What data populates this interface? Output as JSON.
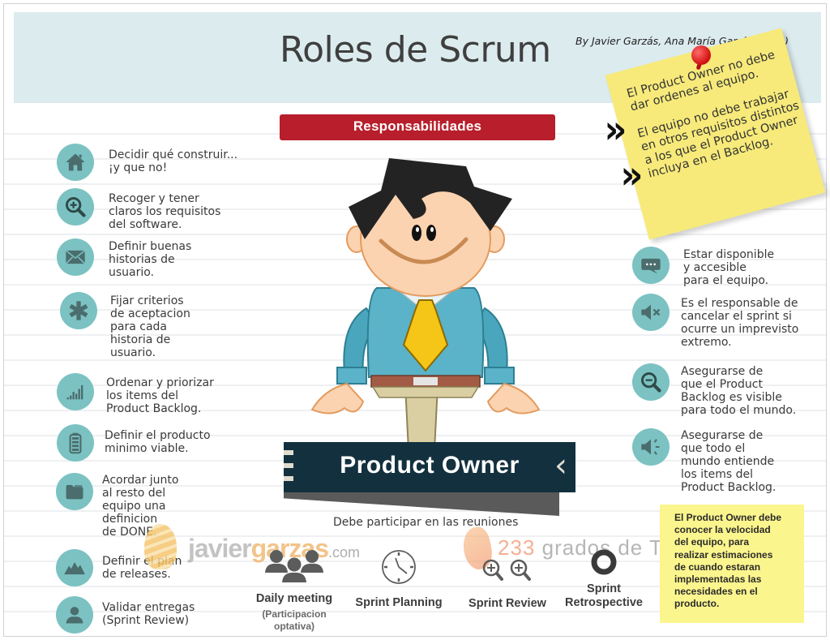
{
  "header": {
    "title": "Roles de Scrum",
    "byline": "By Javier Garzás, Ana María García (2014)"
  },
  "sticky_note": {
    "paragraphs": [
      "El Product Owner no debe dar ordenes al equipo.",
      "El equipo no debe trabajar en otros requisitos distintos a los que el Product Owner incluya en el Backlog."
    ]
  },
  "banner": {
    "label": "Responsabilidades"
  },
  "left_items": [
    {
      "icon": "home-icon",
      "text": "Decidir qué construir...\n¡y que no!"
    },
    {
      "icon": "zoom-in-icon",
      "text": "Recoger y tener\nclaros los requisitos\ndel software."
    },
    {
      "icon": "envelope-icon",
      "text": "Definir buenas\nhistorias de\nusuario."
    },
    {
      "icon": "asterisk-icon",
      "text": "Fijar criterios\nde aceptacion\npara cada\nhistoria de\nusuario."
    },
    {
      "icon": "bar-chart-icon",
      "text": "Ordenar y priorizar\nlos items del\nProduct Backlog."
    },
    {
      "icon": "battery-icon",
      "text": "Definir el producto\nminimo viable."
    },
    {
      "icon": "folder-icon",
      "text": "Acordar junto\nal resto del\nequipo una\ndefinicion\nde DONE."
    },
    {
      "icon": "mountains-icon",
      "text": "Definir el plan\nde releases."
    },
    {
      "icon": "user-icon",
      "text": "Validar entregas\n(Sprint Review)"
    }
  ],
  "right_items": [
    {
      "icon": "chat-bubble-icon",
      "text": "Estar disponible\ny accesible\npara el equipo."
    },
    {
      "icon": "mute-speaker-icon",
      "text": "Es el responsable de\ncancelar el sprint si\nocurre un imprevisto\nextremo."
    },
    {
      "icon": "zoom-out-icon",
      "text": "Asegurarse de\nque el Product\nBacklog es visible\npara todo el mundo."
    },
    {
      "icon": "speaker-icon",
      "text": "Asegurarse de\nque todo el\nmundo entiende\nlos items del\nProduct Backlog."
    }
  ],
  "role": {
    "label": "Product Owner"
  },
  "meetings": {
    "lead": "Debe participar en las reuniones",
    "items": [
      {
        "icon": "group-icon",
        "label": "Daily meeting",
        "sub": "(Participacion\noptativa)"
      },
      {
        "icon": "clock-icon",
        "label": "Sprint Planning"
      },
      {
        "icon": "double-zoom-icon",
        "label": "Sprint Review"
      },
      {
        "icon": "ring-icon",
        "label": "Sprint\nRetrospective"
      }
    ]
  },
  "watermarks": {
    "site1_a": "javier",
    "site1_b": "garzas",
    "site1_c": ".com",
    "site2_a": "233",
    "site2_b": " grados de TI"
  },
  "velocity_note": {
    "text": "El Product Owner debe\nconocer la velocidad\ndel equipo, para\nrealizar estimaciones\nde cuando estaran\nimplementadas las\nnecesidades en el\nproducto."
  },
  "colors": {
    "header_bg": "#dcebee",
    "banner_red": "#b81e2b",
    "icon_teal": "#7cc2c2",
    "icon_glyph": "#4b6d6d",
    "ribbon_navy": "#13303f",
    "note_yellow": "#f7ea7a",
    "box_yellow": "#fbf58d"
  }
}
